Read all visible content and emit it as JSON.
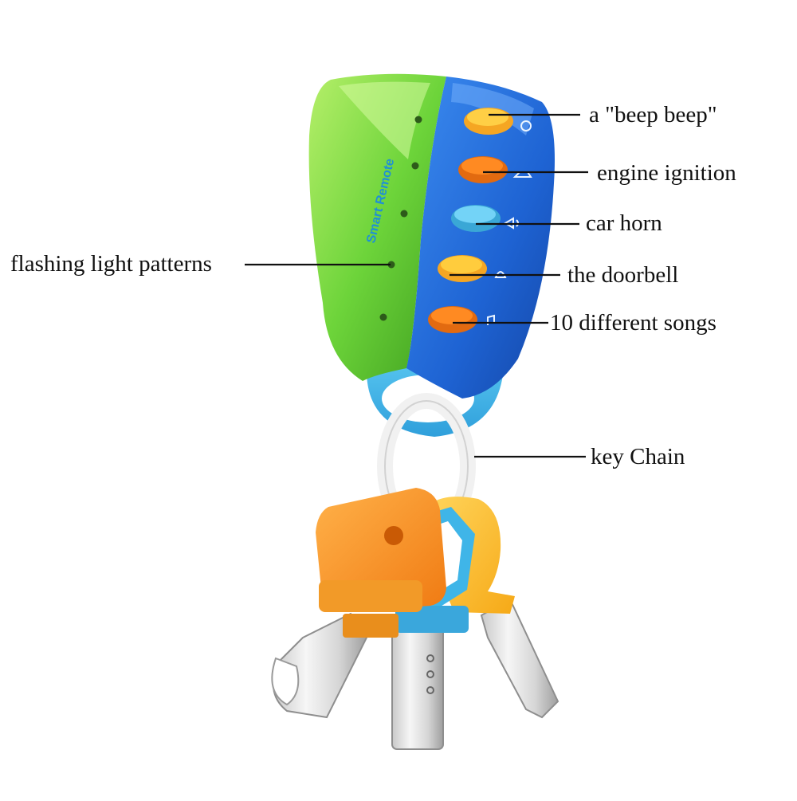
{
  "product": {
    "label": "Smart Remote"
  },
  "callouts": {
    "beep": "a \"beep beep\"",
    "ignition": "engine ignition",
    "horn": "car horn",
    "doorbell": "the doorbell",
    "songs": "10 different songs",
    "lights": "flashing light patterns",
    "keychain": "key Chain"
  }
}
